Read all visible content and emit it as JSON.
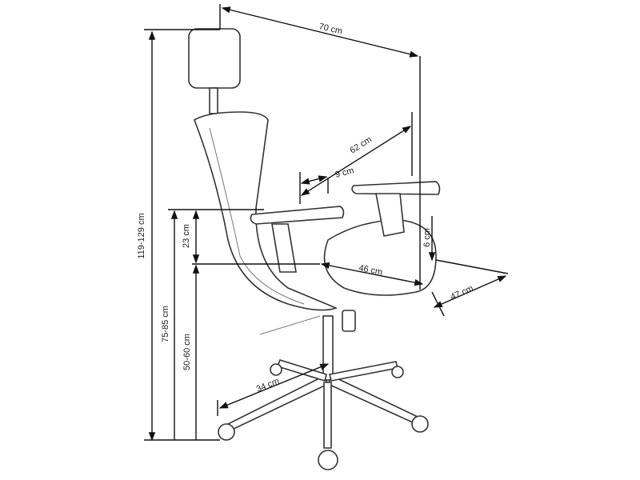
{
  "dimensions": {
    "depth_total": "70 cm",
    "height_total": "119-129 cm",
    "armrest_height": "75-85 cm",
    "armrest_to_seat": "23 cm",
    "seat_height": "50-60 cm",
    "armrest_length": "62 cm",
    "armrest_width": "9 cm",
    "seat_thickness": "6 cm",
    "seat_depth": "46 cm",
    "seat_width": "47 cm",
    "base_radius": "34 cm"
  }
}
